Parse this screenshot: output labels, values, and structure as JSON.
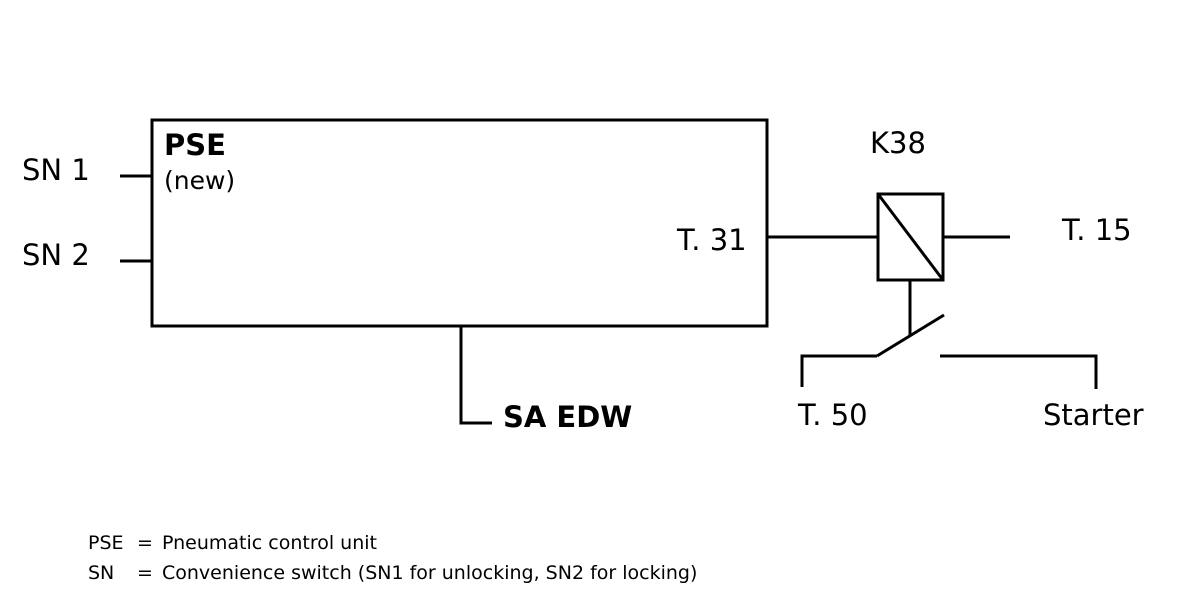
{
  "diagram": {
    "box": {
      "title": "PSE",
      "subtitle": "(new)",
      "terminal": "T. 31"
    },
    "inputs": {
      "sn1": "SN 1",
      "sn2": "SN 2"
    },
    "bottom_output": "SA EDW",
    "relay": {
      "label": "K38",
      "supply_terminal": "T. 15"
    },
    "switch": {
      "left_terminal": "T. 50",
      "right_terminal": "Starter"
    }
  },
  "legend": [
    {
      "abbr": "PSE",
      "eq": "=",
      "text": "Pneumatic control unit"
    },
    {
      "abbr": "SN",
      "eq": "=",
      "text": "Convenience switch (SN1 for unlocking, SN2 for locking)"
    }
  ]
}
